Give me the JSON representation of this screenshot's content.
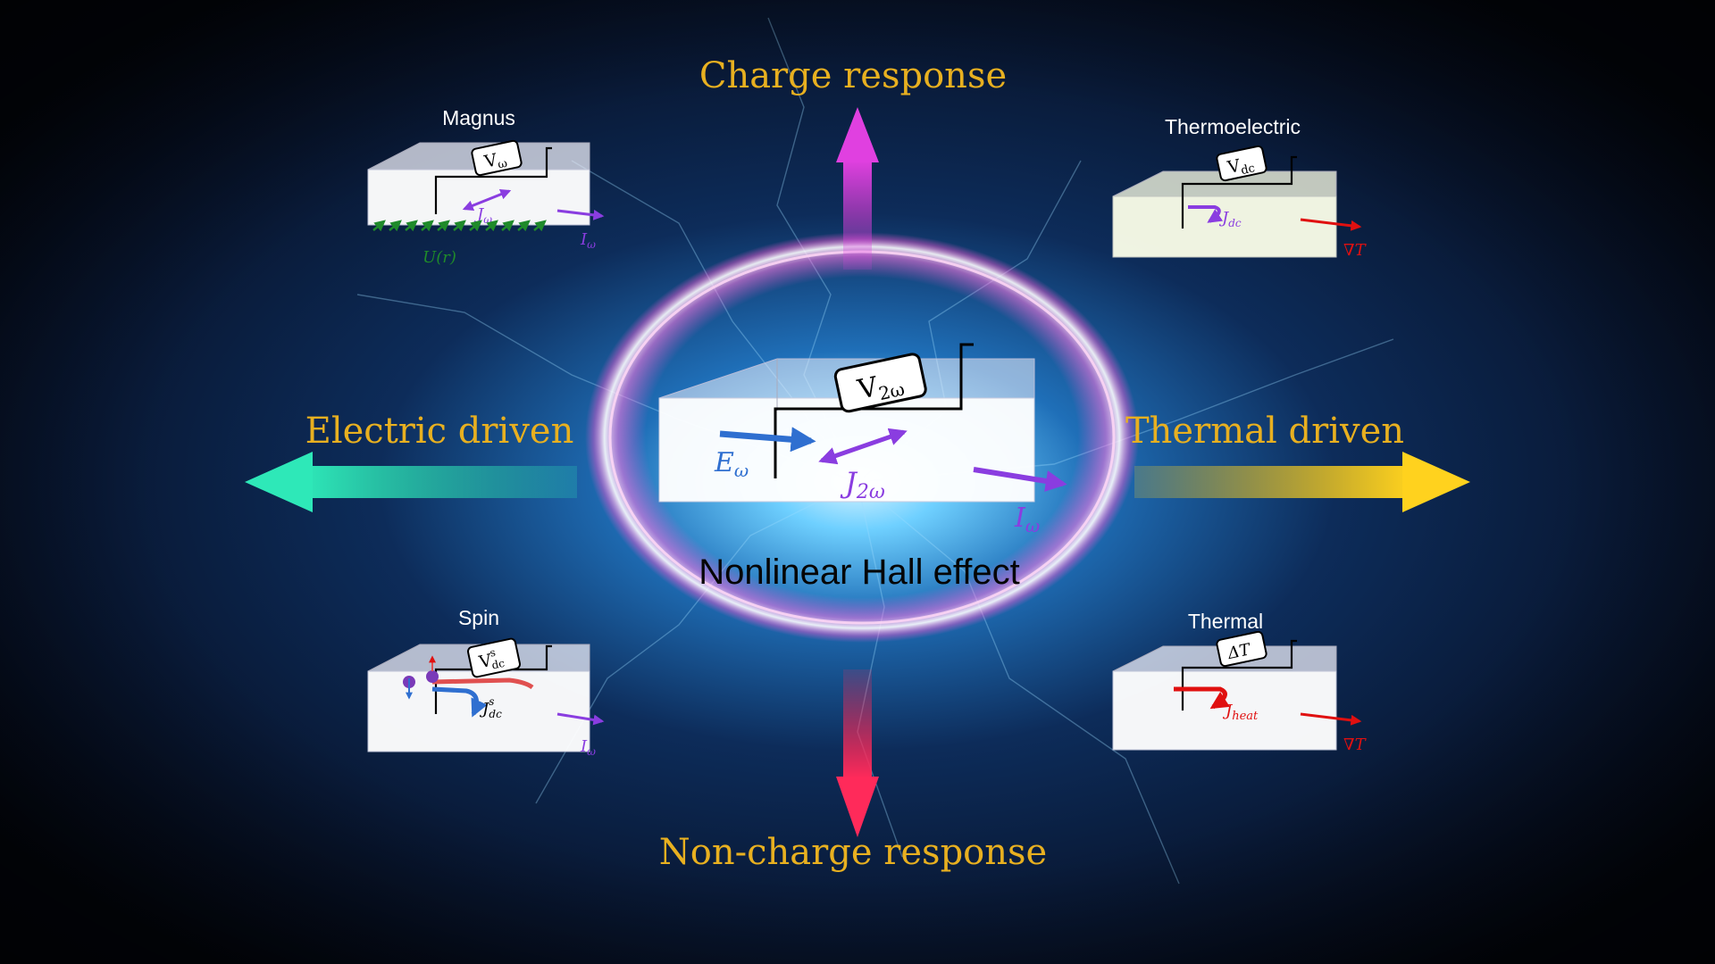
{
  "center": {
    "caption": "Nonlinear Hall effect",
    "meter": "V",
    "meter_sub": "2ω",
    "field": "E",
    "field_sub": "ω",
    "current": "J",
    "current_sub": "2ω",
    "drive": "I",
    "drive_sub": "ω"
  },
  "axes": {
    "top": "Charge response",
    "bottom": "Non-charge response",
    "left": "Electric driven",
    "right": "Thermal driven"
  },
  "panels": {
    "magnus": {
      "title": "Magnus",
      "meter": "V",
      "meter_sub": "ω",
      "current": "J",
      "current_sub": "ω",
      "drive": "I",
      "drive_sub": "ω",
      "potential": "U(r)"
    },
    "thermoelectric": {
      "title": "Thermoelectric",
      "meter": "V",
      "meter_sub": "dc",
      "current": "J",
      "current_sub": "dc",
      "gradient": "∇T"
    },
    "spin": {
      "title": "Spin",
      "meter": "V",
      "meter_sup": "s",
      "meter_sub": "dc",
      "current": "J",
      "current_sup": "s",
      "current_sub": "dc",
      "drive": "I",
      "drive_sub": "ω"
    },
    "thermal": {
      "title": "Thermal",
      "meter": "ΔT",
      "current": "J",
      "current_sub": "heat",
      "gradient": "∇T"
    }
  },
  "colors": {
    "label_gold": "#e8b020",
    "purple": "#8a3de0",
    "blue": "#2f6fd0",
    "red": "#e01010",
    "green": "#1f8a2a",
    "up_arrow": "#e040e0",
    "down_arrow": "#ff2a5a",
    "left_arrow": "#2ee8b8",
    "right_arrow": "#ffd21e"
  }
}
